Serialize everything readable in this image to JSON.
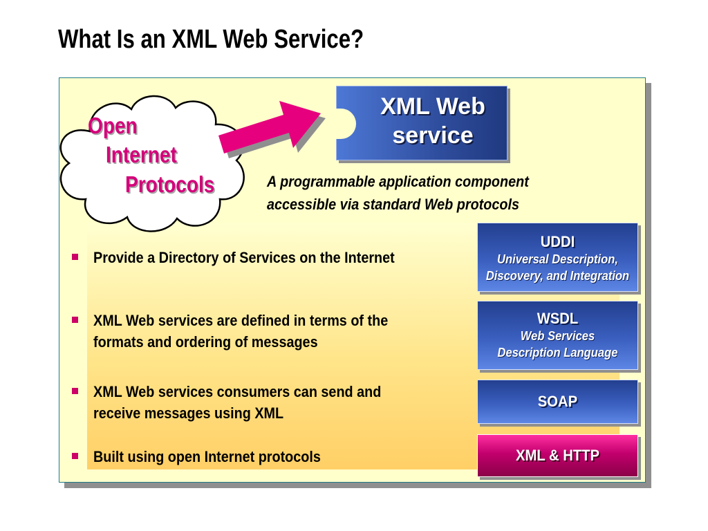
{
  "title": "What Is an XML Web Service?",
  "cloud": {
    "line1": "Open",
    "line2": "Internet",
    "line3": "Protocols"
  },
  "web_service_box": {
    "line1": "XML Web",
    "line2": "service"
  },
  "definition": {
    "line1": "A programmable application component",
    "line2": "accessible via standard Web protocols"
  },
  "bullets": [
    {
      "line1": "Provide a Directory of Services on the Internet"
    },
    {
      "line1": "XML Web services are defined in terms of the",
      "line2": "formats and ordering of messages"
    },
    {
      "line1": "XML Web services consumers can send and",
      "line2": "receive messages using XML"
    },
    {
      "line1": "Built using open Internet protocols"
    }
  ],
  "stack": [
    {
      "name": "UDDI",
      "desc1": "Universal Description,",
      "desc2": "Discovery, and Integration"
    },
    {
      "name": "WSDL",
      "desc1": "Web Services",
      "desc2": "Description Language"
    },
    {
      "name": "SOAP"
    },
    {
      "name": "XML & HTTP"
    }
  ],
  "colors": {
    "accent_magenta": "#d4007a",
    "panel_background": "#ffffcc",
    "stack_blue": "#3a5fbf",
    "stack_pink": "#c2006d"
  }
}
